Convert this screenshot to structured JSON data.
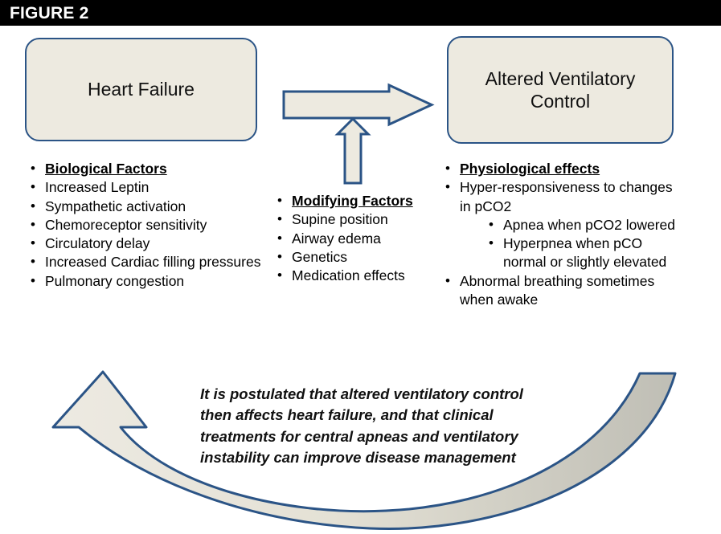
{
  "header": {
    "title": "FIGURE 2",
    "bar_color": "#000000",
    "text_color": "#FFFFFF"
  },
  "theme": {
    "box_fill": "#EDEAE0",
    "box_border": "#2B5486",
    "arrow_fill": "#EDEAE0",
    "arrow_border": "#2B5486",
    "curve_fill_right": "#C2C1B8",
    "curve_fill_left": "#EAE7DB",
    "text_color": "#000000"
  },
  "boxes": {
    "heart_failure": {
      "label": "Heart Failure"
    },
    "altered_control": {
      "label": "Altered Ventilatory\nControl"
    }
  },
  "arrows": {
    "horizontal": {
      "name": "heart-failure-to-altered-control",
      "direction": "right"
    },
    "vertical": {
      "name": "modifying-factors-to-main-arrow",
      "direction": "up"
    },
    "feedback_curve": {
      "name": "altered-control-back-to-heart-failure",
      "direction": "right-to-left-curved-up"
    }
  },
  "lists": {
    "biological": {
      "items": [
        {
          "text": "Biological Factors",
          "level": 1,
          "emphasis": "underline-bold"
        },
        {
          "text": "Increased Leptin",
          "level": 1,
          "emphasis": "none"
        },
        {
          "text": "Sympathetic activation",
          "level": 1,
          "emphasis": "none"
        },
        {
          "text": "Chemoreceptor sensitivity",
          "level": 1,
          "emphasis": "none"
        },
        {
          "text": "Circulatory delay",
          "level": 1,
          "emphasis": "none"
        },
        {
          "text": "Increased Cardiac filling pressures",
          "level": 1,
          "emphasis": "none"
        },
        {
          "text": "Pulmonary congestion",
          "level": 1,
          "emphasis": "none"
        }
      ]
    },
    "modifying": {
      "items": [
        {
          "text": "Modifying Factors",
          "level": 1,
          "emphasis": "underline-bold"
        },
        {
          "text": "Supine position",
          "level": 1,
          "emphasis": "none"
        },
        {
          "text": "Airway edema",
          "level": 1,
          "emphasis": "none"
        },
        {
          "text": "Genetics",
          "level": 1,
          "emphasis": "none"
        },
        {
          "text": "Medication effects",
          "level": 1,
          "emphasis": "none"
        }
      ]
    },
    "physiological": {
      "items": [
        {
          "text": "Physiological effects",
          "level": 1,
          "emphasis": "underline-bold"
        },
        {
          "text": "Hyper-responsiveness to changes in pCO2",
          "level": 1,
          "emphasis": "none"
        },
        {
          "text": "Apnea when pCO2 lowered",
          "level": 2,
          "emphasis": "none"
        },
        {
          "text": "Hyperpnea when pCO normal or slightly elevated",
          "level": 2,
          "emphasis": "none"
        },
        {
          "text": "Abnormal breathing sometimes when awake",
          "level": 1,
          "emphasis": "none"
        }
      ]
    }
  },
  "caption": {
    "lines": [
      "It is postulated that altered ventilatory control",
      "then affects heart failure, and that clinical",
      "treatments for central apneas and ventilatory",
      "instability can improve disease management"
    ]
  }
}
